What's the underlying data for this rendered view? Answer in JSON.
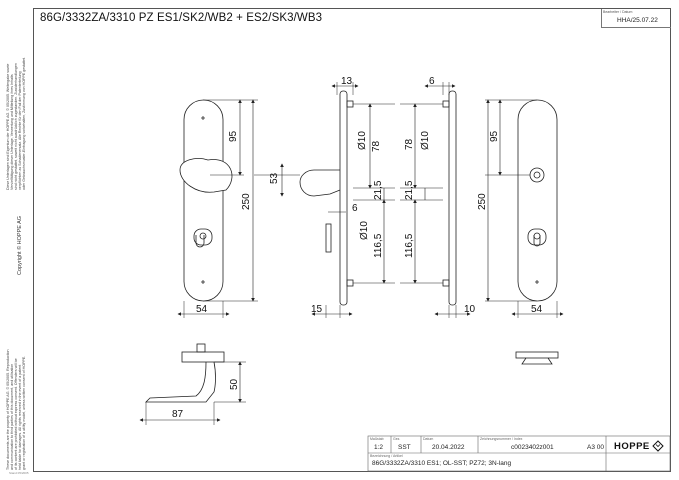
{
  "drawing_title": "86G/3332ZA/3310 PZ ES1/SK2/WB2 + ES2/SK3/WB3",
  "header": {
    "label": "Bearbeiter / Datum",
    "value": "HHA/25.07.22"
  },
  "side_text_upper": [
    "Diese Unterlagen sind Eigentum der HOPPE AG. © 05/2005. Weitergabe sowie",
    "Vervielfältigung dieser Unterlage, Verwertung und Mitteilung ihres Inhalts",
    "sind nicht gestattet, soweit nicht ausdrücklich zugestanden. Zuwiderhandlungen",
    "verpflichten zu Schadenersatz. Alle Rechte für den Fall der Patenterteilung",
    "oder Gebrauchsmuster-Eintragung vorbehalten, Zustimmung von HOPPE gestattet."
  ],
  "copyright": "Copyright ©   HOPPE AG",
  "side_text_lower": [
    "These documents are the property of HOPPE AG. © 05/2005. Reproduction",
    "and communication to third parties of this document, and utilisation",
    "of its content are prohibited without express consent. Offenders will be",
    "held liable for damages. All rights reserved in the event of a patent",
    "grant or registration of a utility model, unless written consent of HOPPE."
  ],
  "dimensions": {
    "left_view": {
      "d95": "95",
      "d250": "250",
      "d53": "53",
      "d54": "54"
    },
    "side_view_1": {
      "d13": "13",
      "d10a": "Ø10",
      "d78": "78",
      "d21_5": "21,5",
      "d6": "6",
      "d10b": "Ø10",
      "d116_5": "116,5",
      "d15": "15"
    },
    "side_view_2": {
      "d6": "6",
      "d10": "Ø10",
      "d78": "78",
      "d21_5": "21,5",
      "d116_5": "116,5",
      "d10b": "10"
    },
    "right_view": {
      "d95": "95",
      "d250": "250",
      "d54": "54"
    },
    "handle_top": {
      "d50": "50",
      "d87": "87"
    }
  },
  "title_block": {
    "labels": {
      "scale": "Maßstab",
      "drawn": "Gez.",
      "date": "Datum",
      "drawing_no": "Zeichnungsnummer / Index",
      "designation": "Bezeichnung / Artikel"
    },
    "scale": "1:2",
    "drawn_by": "SST",
    "date": "20.04.2022",
    "drawing_no": "c0023402z001",
    "format": "A3 00",
    "designation": "86G/3332ZA/3310   ES1; OL-SST; PZ72; 3N-lang",
    "logo": "HOPPE"
  },
  "footer": "Stand 05/2005"
}
